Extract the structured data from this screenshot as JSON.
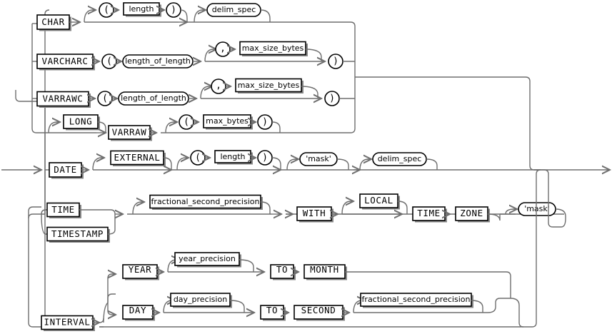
{
  "diagram": {
    "title": "datatype_spec",
    "type": "railroad-syntax-diagram",
    "colors": {
      "rail": "#6e6e6e",
      "box_border": "#000000",
      "box_fill": "#ffffff",
      "shadow": "#8a8a8a",
      "background": "#ffffff"
    }
  },
  "nodes": {
    "char": "CHAR",
    "varcharc": "VARCHARC",
    "varrawc": "VARRAWC",
    "long": "LONG",
    "varraw": "VARRAW",
    "date": "DATE",
    "external": "EXTERNAL",
    "time": "TIME",
    "timestamp": "TIMESTAMP",
    "with": "WITH",
    "local": "LOCAL",
    "time2": "TIME",
    "zone": "ZONE",
    "interval": "INTERVAL",
    "year": "YEAR",
    "to1": "TO",
    "month": "MONTH",
    "day": "DAY",
    "to2": "TO",
    "second": "SECOND",
    "lparen1": "(",
    "rparen1": ")",
    "lparen2": "(",
    "rparen2": ")",
    "lparen3": "(",
    "rparen3": ")",
    "lparen4": "(",
    "rparen4": ")",
    "lparen5": "(",
    "rparen5": ")",
    "comma1": ",",
    "comma2": ",",
    "length1": "length",
    "length2": "length",
    "delim_spec1": "delim_spec",
    "delim_spec2": "delim_spec",
    "length_of_length1": "length_of_length",
    "length_of_length2": "length_of_length",
    "max_size_bytes1": "max_size_bytes",
    "max_size_bytes2": "max_size_bytes",
    "max_bytes": "max_bytes",
    "mask1": "'mask'",
    "mask2": "'mask'",
    "fractional_second_precision1": "fractional_second_precision",
    "fractional_second_precision2": "fractional_second_precision",
    "year_precision": "year_precision",
    "day_precision": "day_precision"
  }
}
